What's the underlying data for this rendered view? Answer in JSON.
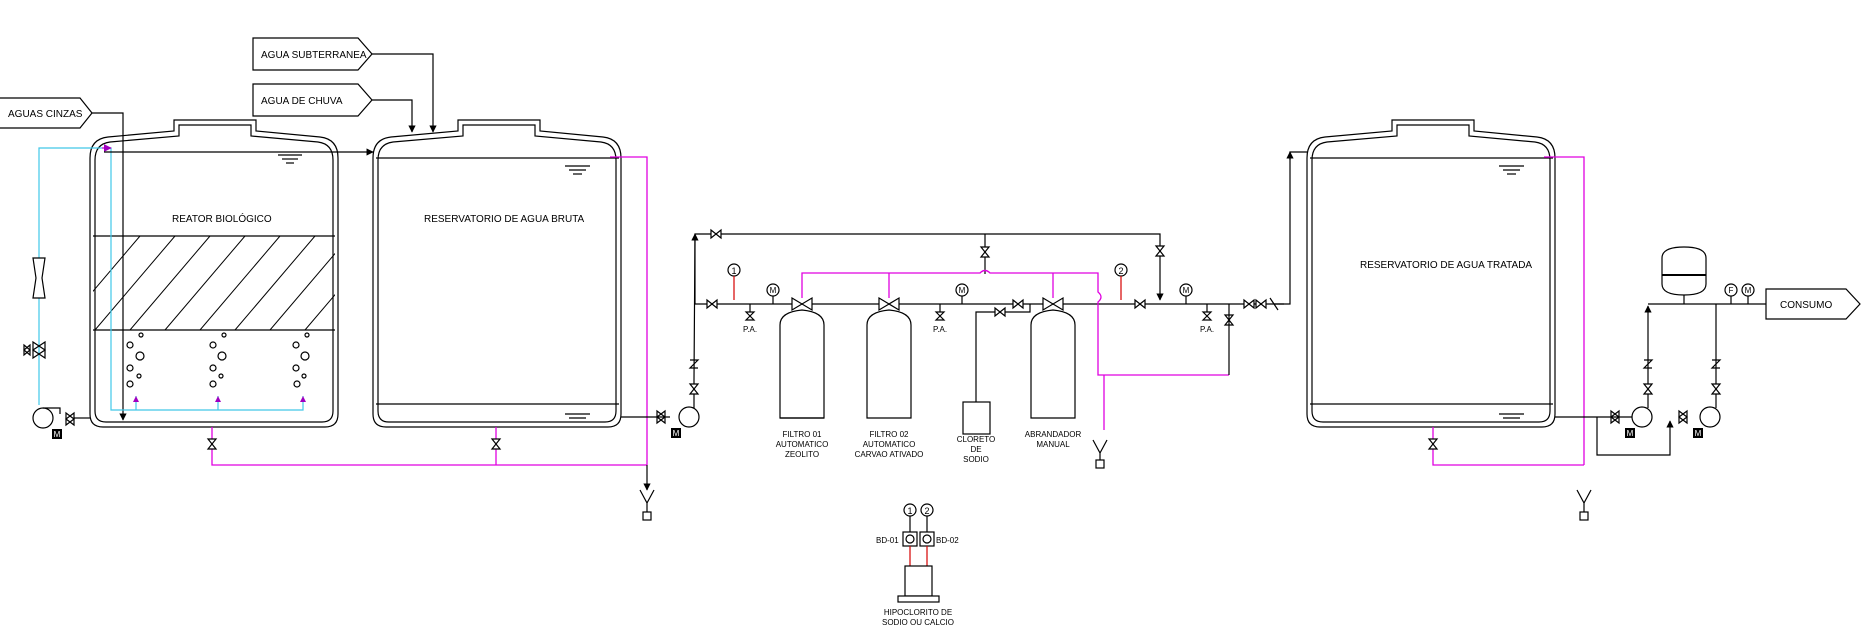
{
  "inputs": {
    "aguas_cinzas": "AGUAS CINZAS",
    "agua_subterranea": "AGUA SUBTERRANEA",
    "agua_de_chuva": "AGUA DE CHUVA"
  },
  "tanks": {
    "reator": "REATOR BIOLÓGICO",
    "agua_bruta": "RESERVATORIO DE AGUA BRUTA",
    "agua_tratada": "RESERVATORIO DE AGUA TRATADA"
  },
  "equipment": {
    "filtro01": [
      "FILTRO 01",
      "AUTOMATICO",
      "ZEOLITO"
    ],
    "filtro02": [
      "FILTRO 02",
      "AUTOMATICO",
      "CARVAO ATIVADO"
    ],
    "cloreto": [
      "CLORETO",
      "DE",
      "SODIO"
    ],
    "abrandador": [
      "ABRANDADOR",
      "MANUAL"
    ],
    "hipoclorito": [
      "HIPOCLORITO DE",
      "SODIO OU CALCIO"
    ]
  },
  "instruments": {
    "pa": "P.A.",
    "m": "M",
    "f": "F",
    "motor": "M",
    "point1": "1",
    "point2": "2",
    "bd01": "BD-01",
    "bd02": "BD-02"
  },
  "outputs": {
    "consumo": "CONSUMO"
  },
  "colors": {
    "pipe": "#000000",
    "magenta_line": "#e000e0",
    "cyan_line": "#40c8e8",
    "red_line": "#d40000"
  }
}
